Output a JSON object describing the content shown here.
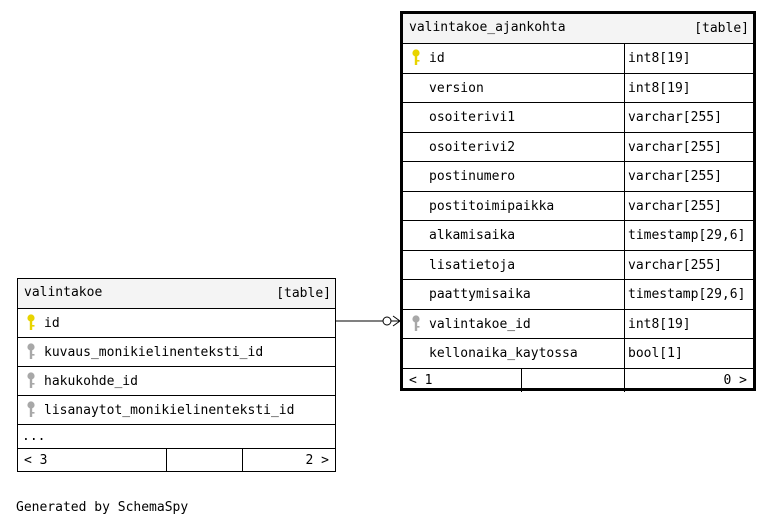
{
  "diagram": {
    "tables": [
      {
        "name": "valintakoe",
        "kind": "[table]",
        "columns": [
          {
            "name": "id",
            "key": "primary"
          },
          {
            "name": "kuvaus_monikielinenteksti_id",
            "key": "foreign"
          },
          {
            "name": "hakukohde_id",
            "key": "foreign"
          },
          {
            "name": "lisanaytot_monikielinenteksti_id",
            "key": "foreign"
          }
        ],
        "more": "...",
        "footer": {
          "left": "< 3",
          "right": "2 >"
        }
      },
      {
        "name": "valintakoe_ajankohta",
        "kind": "[table]",
        "columns": [
          {
            "name": "id",
            "type": "int8[19]",
            "key": "primary"
          },
          {
            "name": "version",
            "type": "int8[19]",
            "key": ""
          },
          {
            "name": "osoiterivi1",
            "type": "varchar[255]",
            "key": ""
          },
          {
            "name": "osoiterivi2",
            "type": "varchar[255]",
            "key": ""
          },
          {
            "name": "postinumero",
            "type": "varchar[255]",
            "key": ""
          },
          {
            "name": "postitoimipaikka",
            "type": "varchar[255]",
            "key": ""
          },
          {
            "name": "alkamisaika",
            "type": "timestamp[29,6]",
            "key": ""
          },
          {
            "name": "lisatietoja",
            "type": "varchar[255]",
            "key": ""
          },
          {
            "name": "paattymisaika",
            "type": "timestamp[29,6]",
            "key": ""
          },
          {
            "name": "valintakoe_id",
            "type": "int8[19]",
            "key": "foreign"
          },
          {
            "name": "kellonaika_kaytossa",
            "type": "bool[1]",
            "key": ""
          }
        ],
        "footer": {
          "left": "< 1",
          "right": "0 >"
        }
      }
    ],
    "caption": "Generated by SchemaSpy",
    "colors": {
      "primary_key": "#e8d400",
      "foreign_key": "#a8a8a8",
      "header_bg": "#f4f4f4"
    }
  }
}
